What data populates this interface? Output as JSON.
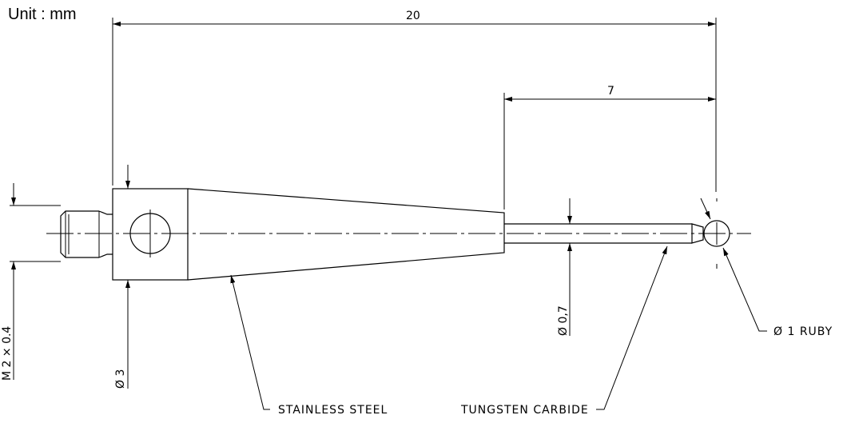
{
  "unit_label": "Unit : mm",
  "dimensions": {
    "overall_length": "20",
    "tip_length": "7",
    "body_diameter": "Ø 3",
    "stem_diameter": "Ø 0,7",
    "thread": "M 2 × 0.4"
  },
  "callouts": {
    "body_material": "STAINLESS STEEL",
    "stem_material": "TUNGSTEN CARBIDE",
    "ball": "Ø 1 RUBY"
  }
}
